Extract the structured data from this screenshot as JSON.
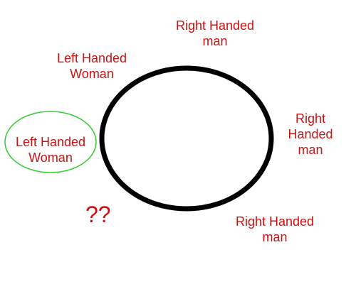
{
  "colors": {
    "label_text": "#cc1111",
    "table_outline": "#000000",
    "highlight_outline": "#33cc33"
  },
  "table": {
    "shape": "ellipse"
  },
  "labels": {
    "top": {
      "line1": "Right Handed",
      "line2": "man"
    },
    "right": {
      "line1": "Right",
      "line2": "Handed",
      "line3": "man"
    },
    "bottom_right": {
      "line1": "Right Handed",
      "line2": "man"
    },
    "upper_left": {
      "line1": "Left Handed",
      "line2": "Woman"
    },
    "left": {
      "line1": "Left Handed",
      "line2": "Woman"
    }
  },
  "question_mark": "??"
}
